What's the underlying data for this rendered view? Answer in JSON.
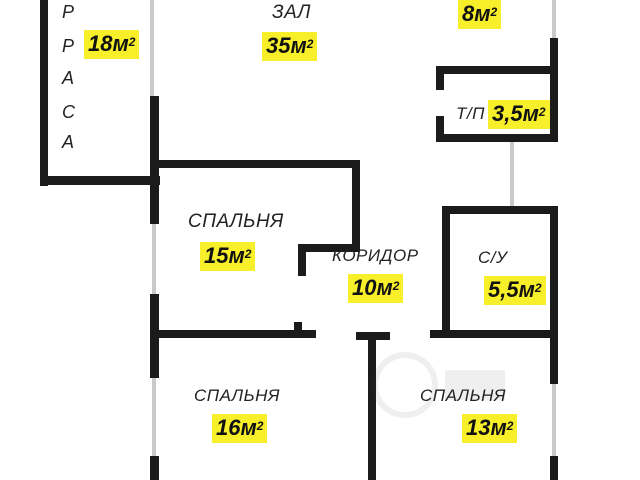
{
  "rooms": {
    "terrace": {
      "letters": [
        "Р",
        "Р",
        "А",
        "С",
        "А"
      ],
      "area": "18м"
    },
    "hall": {
      "name": "ЗАЛ",
      "area": "35м"
    },
    "kitchen": {
      "area": "8м"
    },
    "tp": {
      "name": "Т/П",
      "area": "3,5м"
    },
    "bedroom1": {
      "name": "СПАЛЬНЯ",
      "area": "15м"
    },
    "corridor": {
      "name": "КОРИДОР",
      "area": "10м"
    },
    "bathroom": {
      "name": "С/У",
      "area": "5,5м"
    },
    "bedroom2": {
      "name": "СПАЛЬНЯ",
      "area": "16м"
    },
    "bedroom3": {
      "name": "СПАЛЬНЯ",
      "area": "13м"
    }
  },
  "sup": "2",
  "colors": {
    "wall": "#1b1b1b",
    "window": "#c9c9c9",
    "area_highlight": "#f7ef2a"
  }
}
